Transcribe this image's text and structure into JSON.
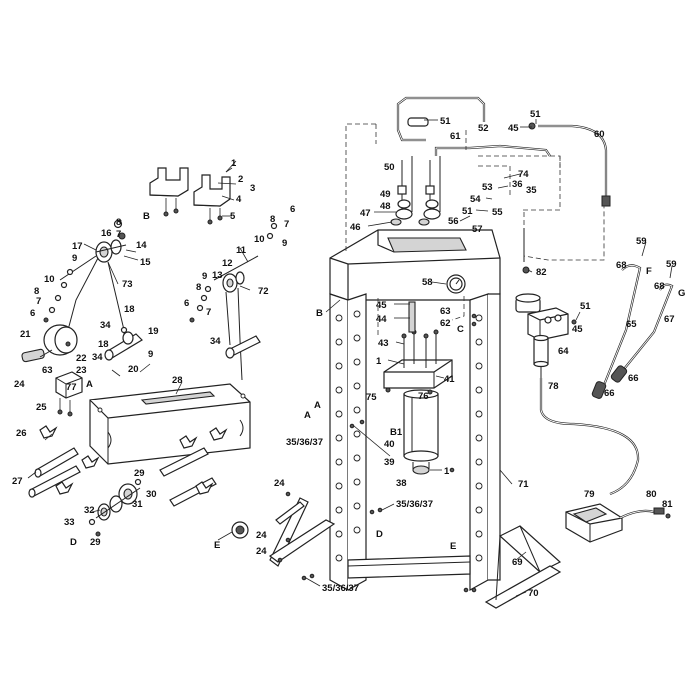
{
  "callouts": [
    {
      "id": "c1",
      "text": "1"
    },
    {
      "id": "c2",
      "text": "2"
    },
    {
      "id": "c3",
      "text": "3"
    },
    {
      "id": "c4",
      "text": "4"
    },
    {
      "id": "c5",
      "text": "5"
    },
    {
      "id": "c6a",
      "text": "6"
    },
    {
      "id": "c7a",
      "text": "7"
    },
    {
      "id": "c8a",
      "text": "8"
    },
    {
      "id": "c9a",
      "text": "9"
    },
    {
      "id": "c10a",
      "text": "10"
    },
    {
      "id": "cBl",
      "text": "B"
    },
    {
      "id": "c8b",
      "text": "8"
    },
    {
      "id": "c7b",
      "text": "7"
    },
    {
      "id": "c16",
      "text": "16"
    },
    {
      "id": "c14",
      "text": "14"
    },
    {
      "id": "c17",
      "text": "17"
    },
    {
      "id": "c15",
      "text": "15"
    },
    {
      "id": "c9b",
      "text": "9"
    },
    {
      "id": "c10b",
      "text": "10"
    },
    {
      "id": "c8c",
      "text": "8"
    },
    {
      "id": "c7c",
      "text": "7"
    },
    {
      "id": "c6b",
      "text": "6"
    },
    {
      "id": "c73",
      "text": "73"
    },
    {
      "id": "c11",
      "text": "11"
    },
    {
      "id": "c12",
      "text": "12"
    },
    {
      "id": "c9c",
      "text": "9"
    },
    {
      "id": "c13",
      "text": "13"
    },
    {
      "id": "c8d",
      "text": "8"
    },
    {
      "id": "c72",
      "text": "72"
    },
    {
      "id": "c6c",
      "text": "6"
    },
    {
      "id": "c7d",
      "text": "7"
    },
    {
      "id": "c18a",
      "text": "18"
    },
    {
      "id": "c34a",
      "text": "34"
    },
    {
      "id": "c19",
      "text": "19"
    },
    {
      "id": "c21",
      "text": "21"
    },
    {
      "id": "c18b",
      "text": "18"
    },
    {
      "id": "c34b",
      "text": "34"
    },
    {
      "id": "c9d",
      "text": "9"
    },
    {
      "id": "c34c",
      "text": "34"
    },
    {
      "id": "c22",
      "text": "22"
    },
    {
      "id": "c63a",
      "text": "63"
    },
    {
      "id": "c23",
      "text": "23"
    },
    {
      "id": "c20",
      "text": "20"
    },
    {
      "id": "c24a",
      "text": "24"
    },
    {
      "id": "cAl",
      "text": "A"
    },
    {
      "id": "c77",
      "text": "77"
    },
    {
      "id": "c25",
      "text": "25"
    },
    {
      "id": "c28",
      "text": "28"
    },
    {
      "id": "c26",
      "text": "26"
    },
    {
      "id": "c27",
      "text": "27"
    },
    {
      "id": "c29a",
      "text": "29"
    },
    {
      "id": "c30",
      "text": "30"
    },
    {
      "id": "c31",
      "text": "31"
    },
    {
      "id": "c32",
      "text": "32"
    },
    {
      "id": "c33",
      "text": "33"
    },
    {
      "id": "cDl",
      "text": "D"
    },
    {
      "id": "c29b",
      "text": "29"
    },
    {
      "id": "cEl",
      "text": "E"
    },
    {
      "id": "c51a",
      "text": "51"
    },
    {
      "id": "c52",
      "text": "52"
    },
    {
      "id": "c45a",
      "text": "45"
    },
    {
      "id": "c51b",
      "text": "51"
    },
    {
      "id": "c60",
      "text": "60"
    },
    {
      "id": "c61",
      "text": "61"
    },
    {
      "id": "c50",
      "text": "50"
    },
    {
      "id": "c74",
      "text": "74"
    },
    {
      "id": "c53",
      "text": "53"
    },
    {
      "id": "c36",
      "text": "36"
    },
    {
      "id": "c35a",
      "text": "35"
    },
    {
      "id": "c49",
      "text": "49"
    },
    {
      "id": "c54",
      "text": "54"
    },
    {
      "id": "c48",
      "text": "48"
    },
    {
      "id": "c51c",
      "text": "51"
    },
    {
      "id": "c55",
      "text": "55"
    },
    {
      "id": "c47",
      "text": "47"
    },
    {
      "id": "c56",
      "text": "56"
    },
    {
      "id": "c57",
      "text": "57"
    },
    {
      "id": "c46",
      "text": "46"
    },
    {
      "id": "c59a",
      "text": "59"
    },
    {
      "id": "c68a",
      "text": "68"
    },
    {
      "id": "cF",
      "text": "F"
    },
    {
      "id": "c59b",
      "text": "59"
    },
    {
      "id": "c82",
      "text": "82"
    },
    {
      "id": "c68b",
      "text": "68"
    },
    {
      "id": "cG",
      "text": "G"
    },
    {
      "id": "c58",
      "text": "58"
    },
    {
      "id": "cBr",
      "text": "B"
    },
    {
      "id": "c45b",
      "text": "45"
    },
    {
      "id": "c51d",
      "text": "51"
    },
    {
      "id": "c65",
      "text": "65"
    },
    {
      "id": "c67",
      "text": "67"
    },
    {
      "id": "c44",
      "text": "44"
    },
    {
      "id": "c63b",
      "text": "63"
    },
    {
      "id": "c62",
      "text": "62"
    },
    {
      "id": "cCr",
      "text": "C"
    },
    {
      "id": "c45c",
      "text": "45"
    },
    {
      "id": "c43",
      "text": "43"
    },
    {
      "id": "c64",
      "text": "64"
    },
    {
      "id": "c1b",
      "text": "1"
    },
    {
      "id": "c41",
      "text": "41"
    },
    {
      "id": "c66a",
      "text": "66"
    },
    {
      "id": "c75",
      "text": "75"
    },
    {
      "id": "c76",
      "text": "76"
    },
    {
      "id": "c78",
      "text": "78"
    },
    {
      "id": "c66b",
      "text": "66"
    },
    {
      "id": "cAr",
      "text": "A"
    },
    {
      "id": "cA2",
      "text": "A"
    },
    {
      "id": "c353637a",
      "text": "35/36/37"
    },
    {
      "id": "cB1",
      "text": "B1"
    },
    {
      "id": "c40",
      "text": "40"
    },
    {
      "id": "c39",
      "text": "39"
    },
    {
      "id": "c38",
      "text": "38"
    },
    {
      "id": "c1c",
      "text": "1"
    },
    {
      "id": "c71",
      "text": "71"
    },
    {
      "id": "c24b",
      "text": "24"
    },
    {
      "id": "c353637b",
      "text": "35/36/37"
    },
    {
      "id": "c79",
      "text": "79"
    },
    {
      "id": "c80",
      "text": "80"
    },
    {
      "id": "c81",
      "text": "81"
    },
    {
      "id": "c24c",
      "text": "24"
    },
    {
      "id": "cDr",
      "text": "D"
    },
    {
      "id": "cEr",
      "text": "E"
    },
    {
      "id": "c24d",
      "text": "24"
    },
    {
      "id": "c69",
      "text": "69"
    },
    {
      "id": "c353637c",
      "text": "35/36/37"
    },
    {
      "id": "c70",
      "text": "70"
    }
  ]
}
